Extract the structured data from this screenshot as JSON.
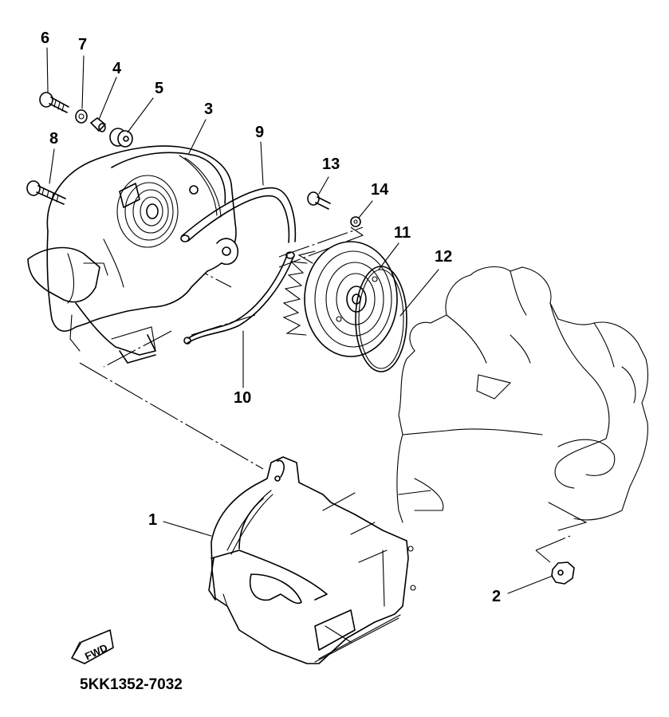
{
  "diagram": {
    "title_code": "5KK1352-7032",
    "direction_marker": "FWD",
    "callouts": [
      {
        "id": "1",
        "label": "1"
      },
      {
        "id": "2",
        "label": "2"
      },
      {
        "id": "3",
        "label": "3"
      },
      {
        "id": "4",
        "label": "4"
      },
      {
        "id": "5",
        "label": "5"
      },
      {
        "id": "6",
        "label": "6"
      },
      {
        "id": "7",
        "label": "7"
      },
      {
        "id": "8",
        "label": "8"
      },
      {
        "id": "9",
        "label": "9"
      },
      {
        "id": "10",
        "label": "10"
      },
      {
        "id": "11",
        "label": "11"
      },
      {
        "id": "12",
        "label": "12"
      },
      {
        "id": "13",
        "label": "13"
      },
      {
        "id": "14",
        "label": "14"
      }
    ],
    "parts": [
      {
        "callout": "1",
        "name": "shroud-lower"
      },
      {
        "callout": "2",
        "name": "nut"
      },
      {
        "callout": "3",
        "name": "shroud-upper"
      },
      {
        "callout": "4",
        "name": "collar"
      },
      {
        "callout": "5",
        "name": "damper"
      },
      {
        "callout": "6",
        "name": "bolt"
      },
      {
        "callout": "7",
        "name": "washer"
      },
      {
        "callout": "8",
        "name": "screw"
      },
      {
        "callout": "9",
        "name": "hose-upper"
      },
      {
        "callout": "10",
        "name": "hose-lower"
      },
      {
        "callout": "11",
        "name": "fan"
      },
      {
        "callout": "12",
        "name": "o-ring"
      },
      {
        "callout": "13",
        "name": "bolt-fan"
      },
      {
        "callout": "14",
        "name": "washer-fan"
      }
    ]
  }
}
